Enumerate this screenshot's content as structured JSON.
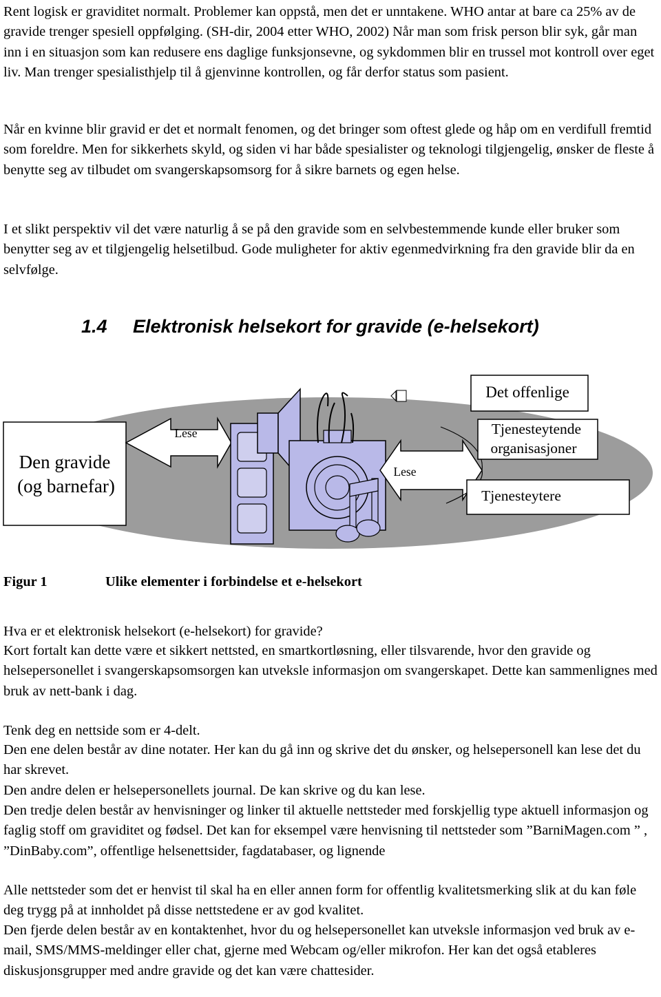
{
  "intro": {
    "p1": "Rent logisk er graviditet normalt. Problemer kan oppstå, men det er unntakene. WHO antar at bare ca 25% av de gravide trenger spesiell oppfølging. (SH-dir, 2004 etter WHO, 2002) Når man som frisk person blir syk, går man inn i en situasjon som kan redusere ens daglige funksjonsevne, og sykdommen blir en trussel mot kontroll over eget liv. Man trenger spesialisthjelp til å gjenvinne kontrollen, og får derfor status som pasient.",
    "p2": "Når en kvinne blir gravid er det et normalt fenomen, og det bringer som oftest glede og håp om en verdifull fremtid som foreldre. Men for sikkerhets skyld, og siden vi har både spesialister og teknologi tilgjengelig, ønsker de fleste å benytte seg av tilbudet om svangerskapsomsorg for å sikre barnets og egen helse.",
    "p3": "I et slikt perspektiv vil det være naturlig å se på den gravide som en selvbestemmende kunde eller bruker som benytter seg av et tilgjengelig helsetilbud. Gode muligheter for aktiv egenmedvirkning fra den gravide blir da en selvfølge."
  },
  "section": {
    "number": "1.4",
    "title": "Elektronisk helsekort for gravide (e-helsekort)"
  },
  "figure": {
    "left_box": [
      "Den gravide",
      "(og barnefar)"
    ],
    "left_arrow_label": "Lese",
    "right_arrow_label": "Lese",
    "box_offentlige": "Det offenlige",
    "box_organisasjoner": [
      "Tjenesteytende",
      "organisasjoner"
    ],
    "box_tjenesteytere": "Tjenesteytere",
    "caption_label": "Figur 1",
    "caption_text": "Ulike elementer i forbindelse et e-helsekort"
  },
  "body": {
    "question": "Hva er et elektronisk helsekort (e-helsekort) for gravide?",
    "lines": [
      "Kort fortalt kan dette være et sikkert nettsted, en smartkortløsning, eller tilsvarende, hvor den gravide og helsepersonellet i svangerskapsomsorgen kan utveksle informasjon om svangerskapet. Dette kan sammenlignes med bruk av nett-bank i dag."
    ],
    "p_tenk": "Tenk deg  en nettside som er 4-delt.",
    "p_del1": "Den ene delen består av dine notater. Her kan du gå inn og skrive det du ønsker, og helsepersonell kan lese det du har skrevet.",
    "p_del2": "Den andre delen er helsepersonellets journal. De kan skrive og du kan lese.",
    "p_del3": "Den tredje delen består av henvisninger og linker til aktuelle nettsteder med forskjellig type aktuell informasjon og faglig stoff om graviditet og fødsel. Det kan for eksempel være henvisning til nettsteder som ”BarniMagen.com ” , ”DinBaby.com”, offentlige helsenettsider, fagdatabaser, og lignende",
    "p_merk": "Alle nettsteder som det er henvist til skal ha en eller annen form for offentlig kvalitetsmerking slik at du kan føle deg trygg på at innholdet på disse nettstedene er av god kvalitet.",
    "p_del4": "Den fjerde delen består av en kontaktenhet, hvor du og helsepersonellet kan utveksle informasjon ved bruk av e-mail, SMS/MMS-meldinger eller chat, gjerne med Webcam og/eller mikrofon. Her kan det også etableres diskusjonsgrupper med andre gravide og det kan være chattesider."
  }
}
